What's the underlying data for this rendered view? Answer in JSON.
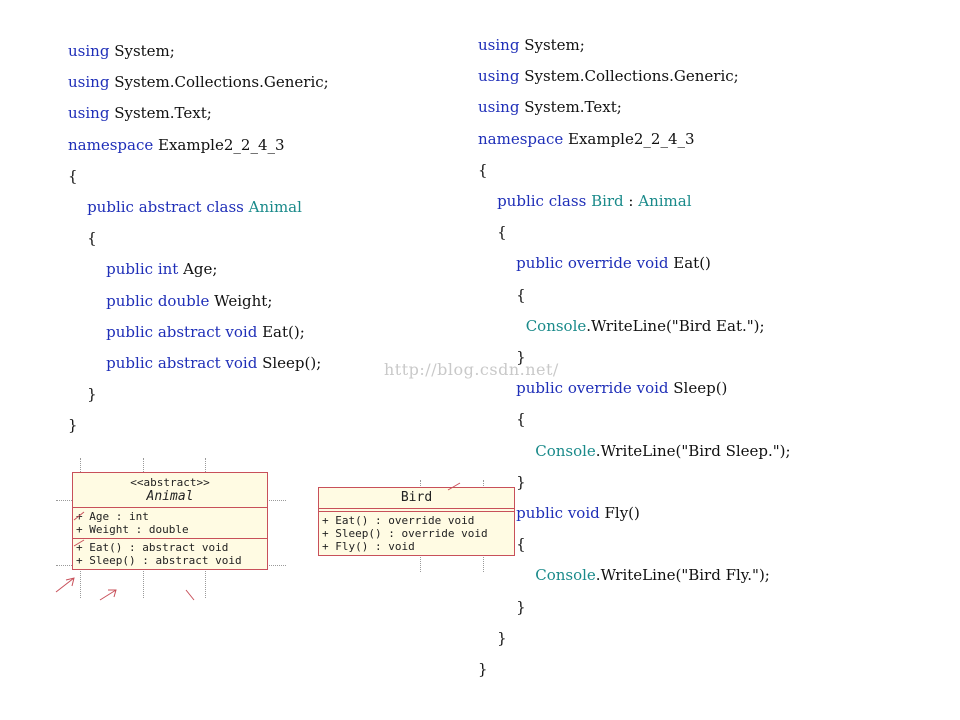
{
  "watermark": "http://blog.csdn.net/",
  "left_code": [
    [
      {
        "t": "using",
        "c": "kw"
      },
      {
        "t": " System;"
      }
    ],
    [
      {
        "t": "using",
        "c": "kw"
      },
      {
        "t": " System.Collections.Generic;"
      }
    ],
    [
      {
        "t": "using",
        "c": "kw"
      },
      {
        "t": " System.Text;"
      }
    ],
    [
      {
        "t": "namespace",
        "c": "kw"
      },
      {
        "t": " Example2_2_4_3"
      }
    ],
    [
      {
        "t": "{"
      }
    ],
    [
      {
        "t": "    "
      },
      {
        "t": "public",
        "c": "kw"
      },
      {
        "t": " "
      },
      {
        "t": "abstract",
        "c": "kw"
      },
      {
        "t": " "
      },
      {
        "t": "class",
        "c": "kw"
      },
      {
        "t": " "
      },
      {
        "t": "Animal",
        "c": "ty"
      }
    ],
    [
      {
        "t": "    {"
      }
    ],
    [
      {
        "t": "        "
      },
      {
        "t": "public",
        "c": "kw"
      },
      {
        "t": " "
      },
      {
        "t": "int",
        "c": "kw"
      },
      {
        "t": " Age;"
      }
    ],
    [
      {
        "t": "        "
      },
      {
        "t": "public",
        "c": "kw"
      },
      {
        "t": " "
      },
      {
        "t": "double",
        "c": "kw"
      },
      {
        "t": " Weight;"
      }
    ],
    [
      {
        "t": "        "
      },
      {
        "t": "public",
        "c": "kw"
      },
      {
        "t": " "
      },
      {
        "t": "abstract",
        "c": "kw"
      },
      {
        "t": " "
      },
      {
        "t": "void",
        "c": "kw"
      },
      {
        "t": " Eat();"
      }
    ],
    [
      {
        "t": "        "
      },
      {
        "t": "public",
        "c": "kw"
      },
      {
        "t": " "
      },
      {
        "t": "abstract",
        "c": "kw"
      },
      {
        "t": " "
      },
      {
        "t": "void",
        "c": "kw"
      },
      {
        "t": " Sleep();"
      }
    ],
    [
      {
        "t": "    }"
      }
    ],
    [
      {
        "t": "}"
      }
    ]
  ],
  "right_code": [
    [
      {
        "t": "using",
        "c": "kw"
      },
      {
        "t": " System;"
      }
    ],
    [
      {
        "t": "using",
        "c": "kw"
      },
      {
        "t": " System.Collections.Generic;"
      }
    ],
    [
      {
        "t": "using",
        "c": "kw"
      },
      {
        "t": " System.Text;"
      }
    ],
    [
      {
        "t": "namespace",
        "c": "kw"
      },
      {
        "t": " Example2_2_4_3"
      }
    ],
    [
      {
        "t": "{"
      }
    ],
    [
      {
        "t": "    "
      },
      {
        "t": "public",
        "c": "kw"
      },
      {
        "t": " "
      },
      {
        "t": "class",
        "c": "kw"
      },
      {
        "t": " "
      },
      {
        "t": "Bird",
        "c": "ty"
      },
      {
        "t": " : "
      },
      {
        "t": "Animal",
        "c": "ty"
      }
    ],
    [
      {
        "t": "    {"
      }
    ],
    [
      {
        "t": "        "
      },
      {
        "t": "public",
        "c": "kw"
      },
      {
        "t": " "
      },
      {
        "t": "override",
        "c": "kw"
      },
      {
        "t": " "
      },
      {
        "t": "void",
        "c": "kw"
      },
      {
        "t": " Eat()"
      }
    ],
    [
      {
        "t": "        {"
      }
    ],
    [
      {
        "t": "          "
      },
      {
        "t": "Console",
        "c": "ty"
      },
      {
        "t": ".WriteLine(\"Bird Eat.\");"
      }
    ],
    [
      {
        "t": "        }"
      }
    ],
    [
      {
        "t": "        "
      },
      {
        "t": "public",
        "c": "kw"
      },
      {
        "t": " "
      },
      {
        "t": "override",
        "c": "kw"
      },
      {
        "t": " "
      },
      {
        "t": "void",
        "c": "kw"
      },
      {
        "t": " Sleep()"
      }
    ],
    [
      {
        "t": "        {"
      }
    ],
    [
      {
        "t": "            "
      },
      {
        "t": "Console",
        "c": "ty"
      },
      {
        "t": ".WriteLine(\"Bird Sleep.\");"
      }
    ],
    [
      {
        "t": "        }"
      }
    ],
    [
      {
        "t": "        "
      },
      {
        "t": "public",
        "c": "kw"
      },
      {
        "t": " "
      },
      {
        "t": "void",
        "c": "kw"
      },
      {
        "t": " Fly()"
      }
    ],
    [
      {
        "t": "        {"
      }
    ],
    [
      {
        "t": "            "
      },
      {
        "t": "Console",
        "c": "ty"
      },
      {
        "t": ".WriteLine(\"Bird Fly.\");"
      }
    ],
    [
      {
        "t": "        }"
      }
    ],
    [
      {
        "t": "    }"
      }
    ],
    [
      {
        "t": "}"
      }
    ]
  ],
  "uml_animal": {
    "stereotype": "<<abstract>>",
    "name": "Animal",
    "attributes": [
      "+ Age : int",
      "+ Weight : double"
    ],
    "operations": [
      "+ Eat() : abstract void",
      "+ Sleep() : abstract void"
    ]
  },
  "uml_bird": {
    "name": "Bird",
    "attributes": [],
    "operations": [
      "+ Eat() : override void",
      "+ Sleep() : override void",
      "+ Fly() : void"
    ]
  },
  "colors": {
    "keyword": "#1f2fb8",
    "type": "#1a8a8a",
    "uml_border": "#c8505a",
    "uml_fill": "#fffbe3"
  }
}
